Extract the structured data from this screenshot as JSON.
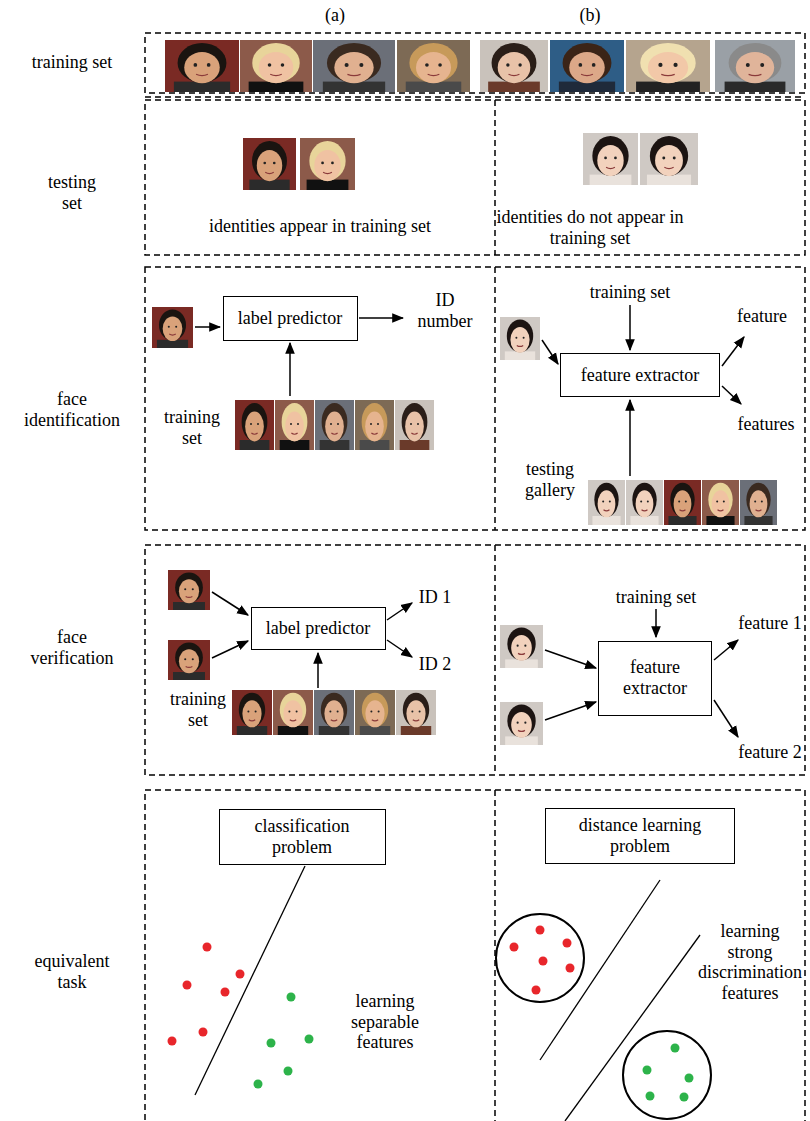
{
  "diagram": {
    "nodes": [
      {
        "text": [
          "label predictor"
        ]
      },
      {
        "text": [
          "feature extractor"
        ]
      },
      {
        "text": [
          "label predictor"
        ]
      },
      {
        "text": [
          "feature extractor"
        ]
      },
      {
        "text": [
          "classification problem"
        ]
      },
      {
        "text": [
          "distance learning problem"
        ]
      }
    ],
    "labels": [
      "(a)",
      "(b)",
      "training set",
      "testing set",
      "identities appear in training set",
      "identities do not appear in training set",
      "face identification",
      "ID number",
      "training set",
      "training set",
      "feature",
      "features",
      "testing gallery",
      "face verification",
      "ID 1",
      "ID 2",
      "training set",
      "training set",
      "feature 1",
      "feature 2",
      "equivalent task",
      "learning separable features",
      "learning strong discrimination features"
    ]
  }
}
